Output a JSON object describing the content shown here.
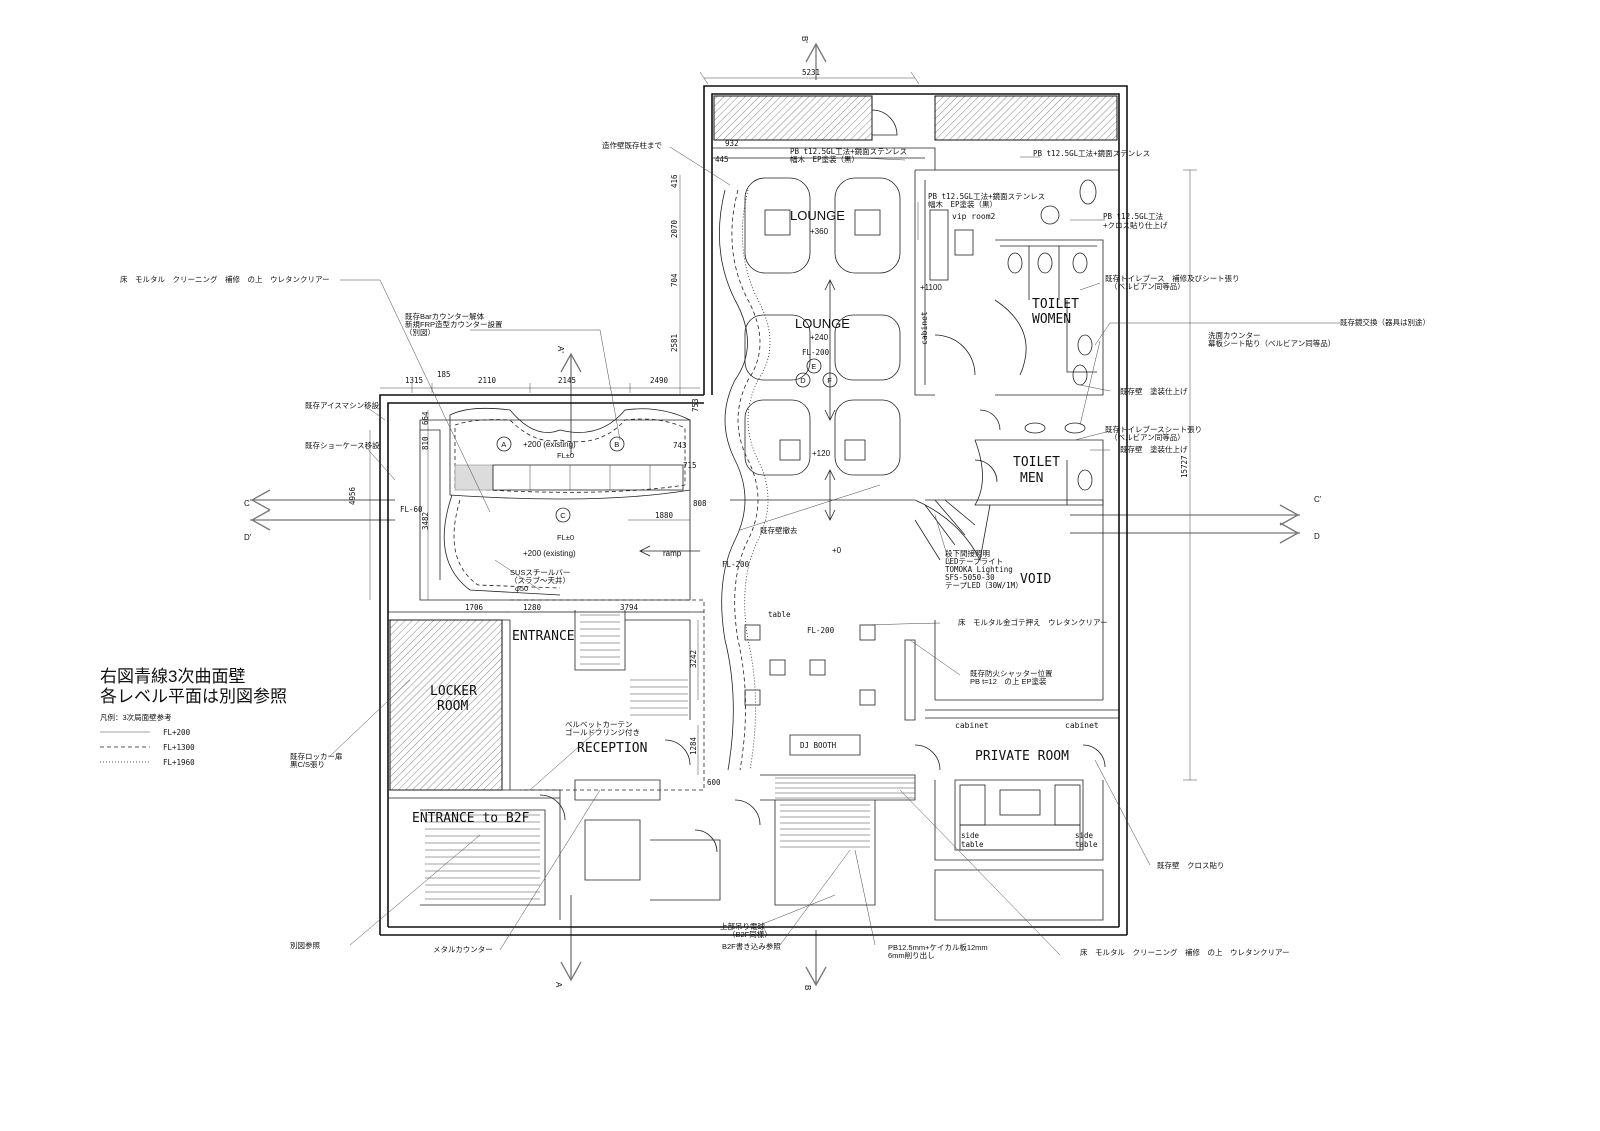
{
  "title": {
    "line1": "右図青線3次曲面壁",
    "line2": "各レベル平面は別図参照"
  },
  "legend": {
    "heading": "凡例：3次局面壁参考",
    "items": [
      {
        "label": "FL+200",
        "style": "solid"
      },
      {
        "label": "FL+1300",
        "style": "dashed"
      },
      {
        "label": "FL+1960",
        "style": "dotted"
      }
    ]
  },
  "rooms": {
    "lounge1": "LOUNGE",
    "lounge1_level": "+360",
    "lounge2": "LOUNGE",
    "lounge2_level": "+240",
    "lounge3_level": "+120",
    "vip": "vip room2",
    "vip_level": "+1100",
    "toilet_women_1": "TOILET",
    "toilet_women_2": "WOMEN",
    "toilet_men_1": "TOILET",
    "toilet_men_2": "MEN",
    "void": "VOID",
    "entrance": "ENTRANCE",
    "locker_1": "LOCKER",
    "locker_2": "ROOM",
    "reception": "RECEPTION",
    "entrance_b2f": "ENTRANCE to B2F",
    "private_room": "PRIVATE ROOM",
    "dj_booth": "DJ BOOTH",
    "cabinet_v": "cabinet",
    "cabinet1": "cabinet",
    "cabinet2": "cabinet",
    "side_table1_1": "side",
    "side_table1_2": "table",
    "side_table2_1": "side",
    "side_table2_2": "table",
    "table": "table",
    "ramp": "ramp",
    "bar_level1": "+200 (existing)",
    "bar_fl1": "FL±0",
    "bar_fl2": "FL±0",
    "bar_level2": "+200 (existing)",
    "main_level": "+0",
    "fl_minus_200_a": "FL-200",
    "fl_minus_200_b": "FL-200",
    "fl_minus_200_c": "FL-200",
    "fl_minus_60": "FL-60"
  },
  "circles": [
    "A",
    "B",
    "C",
    "D",
    "E",
    "F"
  ],
  "section_marks": {
    "a_top": "A'",
    "a_bottom": "A",
    "b_top": "B'",
    "b_bottom": "B",
    "c_left": "C",
    "c_right": "C'",
    "d_left": "D'",
    "d_right": "D"
  },
  "dimensions": {
    "top_width": "5231",
    "d932": "932",
    "d445": "445",
    "d416": "416",
    "d2070": "2070",
    "d704": "704",
    "d2581": "2581",
    "d1315": "1315",
    "d185": "185",
    "d2110": "2110",
    "d2145": "2145",
    "d2490": "2490",
    "d664": "664",
    "d810": "810",
    "d4956": "4956",
    "d3482": "3482",
    "d753": "753",
    "d743": "743",
    "d715": "715",
    "d808": "808",
    "d1880": "1880",
    "d1706": "1706",
    "d1280": "1280",
    "d3794": "3794",
    "d3242": "3242",
    "d1284": "1284",
    "d600": "600",
    "d15727": "15727"
  },
  "notes": {
    "n_zouzaku": "造作壁既存柱まで",
    "n_pb_top1": "PB t12.5GL工法+鏡面ステンレス",
    "n_pb_top2": "幅木　EP塗装（黒）",
    "n_pb_top_right": "PB t12.5GL工法+鏡面ステンレス",
    "n_pb_vip1": "PB t12.5GL工法+鏡面ステンレス",
    "n_pb_vip2": "幅木　EP塗装（黒）",
    "n_pb_cloth1": "PB t12.5GL工法",
    "n_pb_cloth2": "+クロス貼り仕上げ",
    "n_floor_urethane": "床　モルタル　クリーニング　補修　の上　ウレタンクリアー",
    "n_bar1": "既存Barカウンター解体",
    "n_bar2": "新規FRP造型カウンター設置",
    "n_bar3": "（別図）",
    "n_ice": "既存アイスマシン移設",
    "n_showcase": "既存ショーケース移設",
    "n_toilet_booth1": "既存トイレブース　補修及びシート張り",
    "n_toilet_booth2": "（ベルビアン同等品）",
    "n_mirror": "既存鏡交換（器具は別途）",
    "n_sink1": "洗面カウンター",
    "n_sink2": "幕板シート貼り（ベルビアン同等品）",
    "n_paint_wall1": "既存壁　塗装仕上げ",
    "n_toilet_sheet1": "既存トイレブースシート張り",
    "n_toilet_sheet2": "（ベルビアン同等品）",
    "n_paint_wall2": "既存壁　塗装仕上げ",
    "n_wall_removed": "既存壁撤去",
    "n_led1": "段下間接照明",
    "n_led2": "LEDテープライト",
    "n_led3": "TOMOKA Lighting",
    "n_led4": "SFS-5050-30",
    "n_led5": "テープLED（30W/1M）",
    "n_floor_trowel": "床　モルタル金ゴテ押え　ウレタンクリアー",
    "n_shutter1": "既存防火シャッター位置",
    "n_shutter2": "PB t=12　の上 EP塗装",
    "n_sus1": "SUSスチールバー",
    "n_sus2": "（スラブ〜天井）",
    "n_sus3": "φ50",
    "n_velvet1": "ベルベットカーテン",
    "n_velvet2": "ゴールドフリンジ付き",
    "n_locker1": "既存ロッカー扉",
    "n_locker2": "黒C/S張り",
    "n_cloth_wall": "既存壁　クロス貼り",
    "n_betsuzu": "別図参照",
    "n_metal_counter": "メタルカウンター",
    "n_lamp1": "上部吊り電球",
    "n_lamp2": "（B2F同様）",
    "n_b2f_ref": "B2F書き込み参照",
    "n_pb_keical1": "PB12.5mm+ケイカル板12mm",
    "n_pb_keical2": "6mm削り出し",
    "n_floor_urethane2": "床　モルタル　クリーニング　補修　の上　ウレタンクリアー"
  }
}
